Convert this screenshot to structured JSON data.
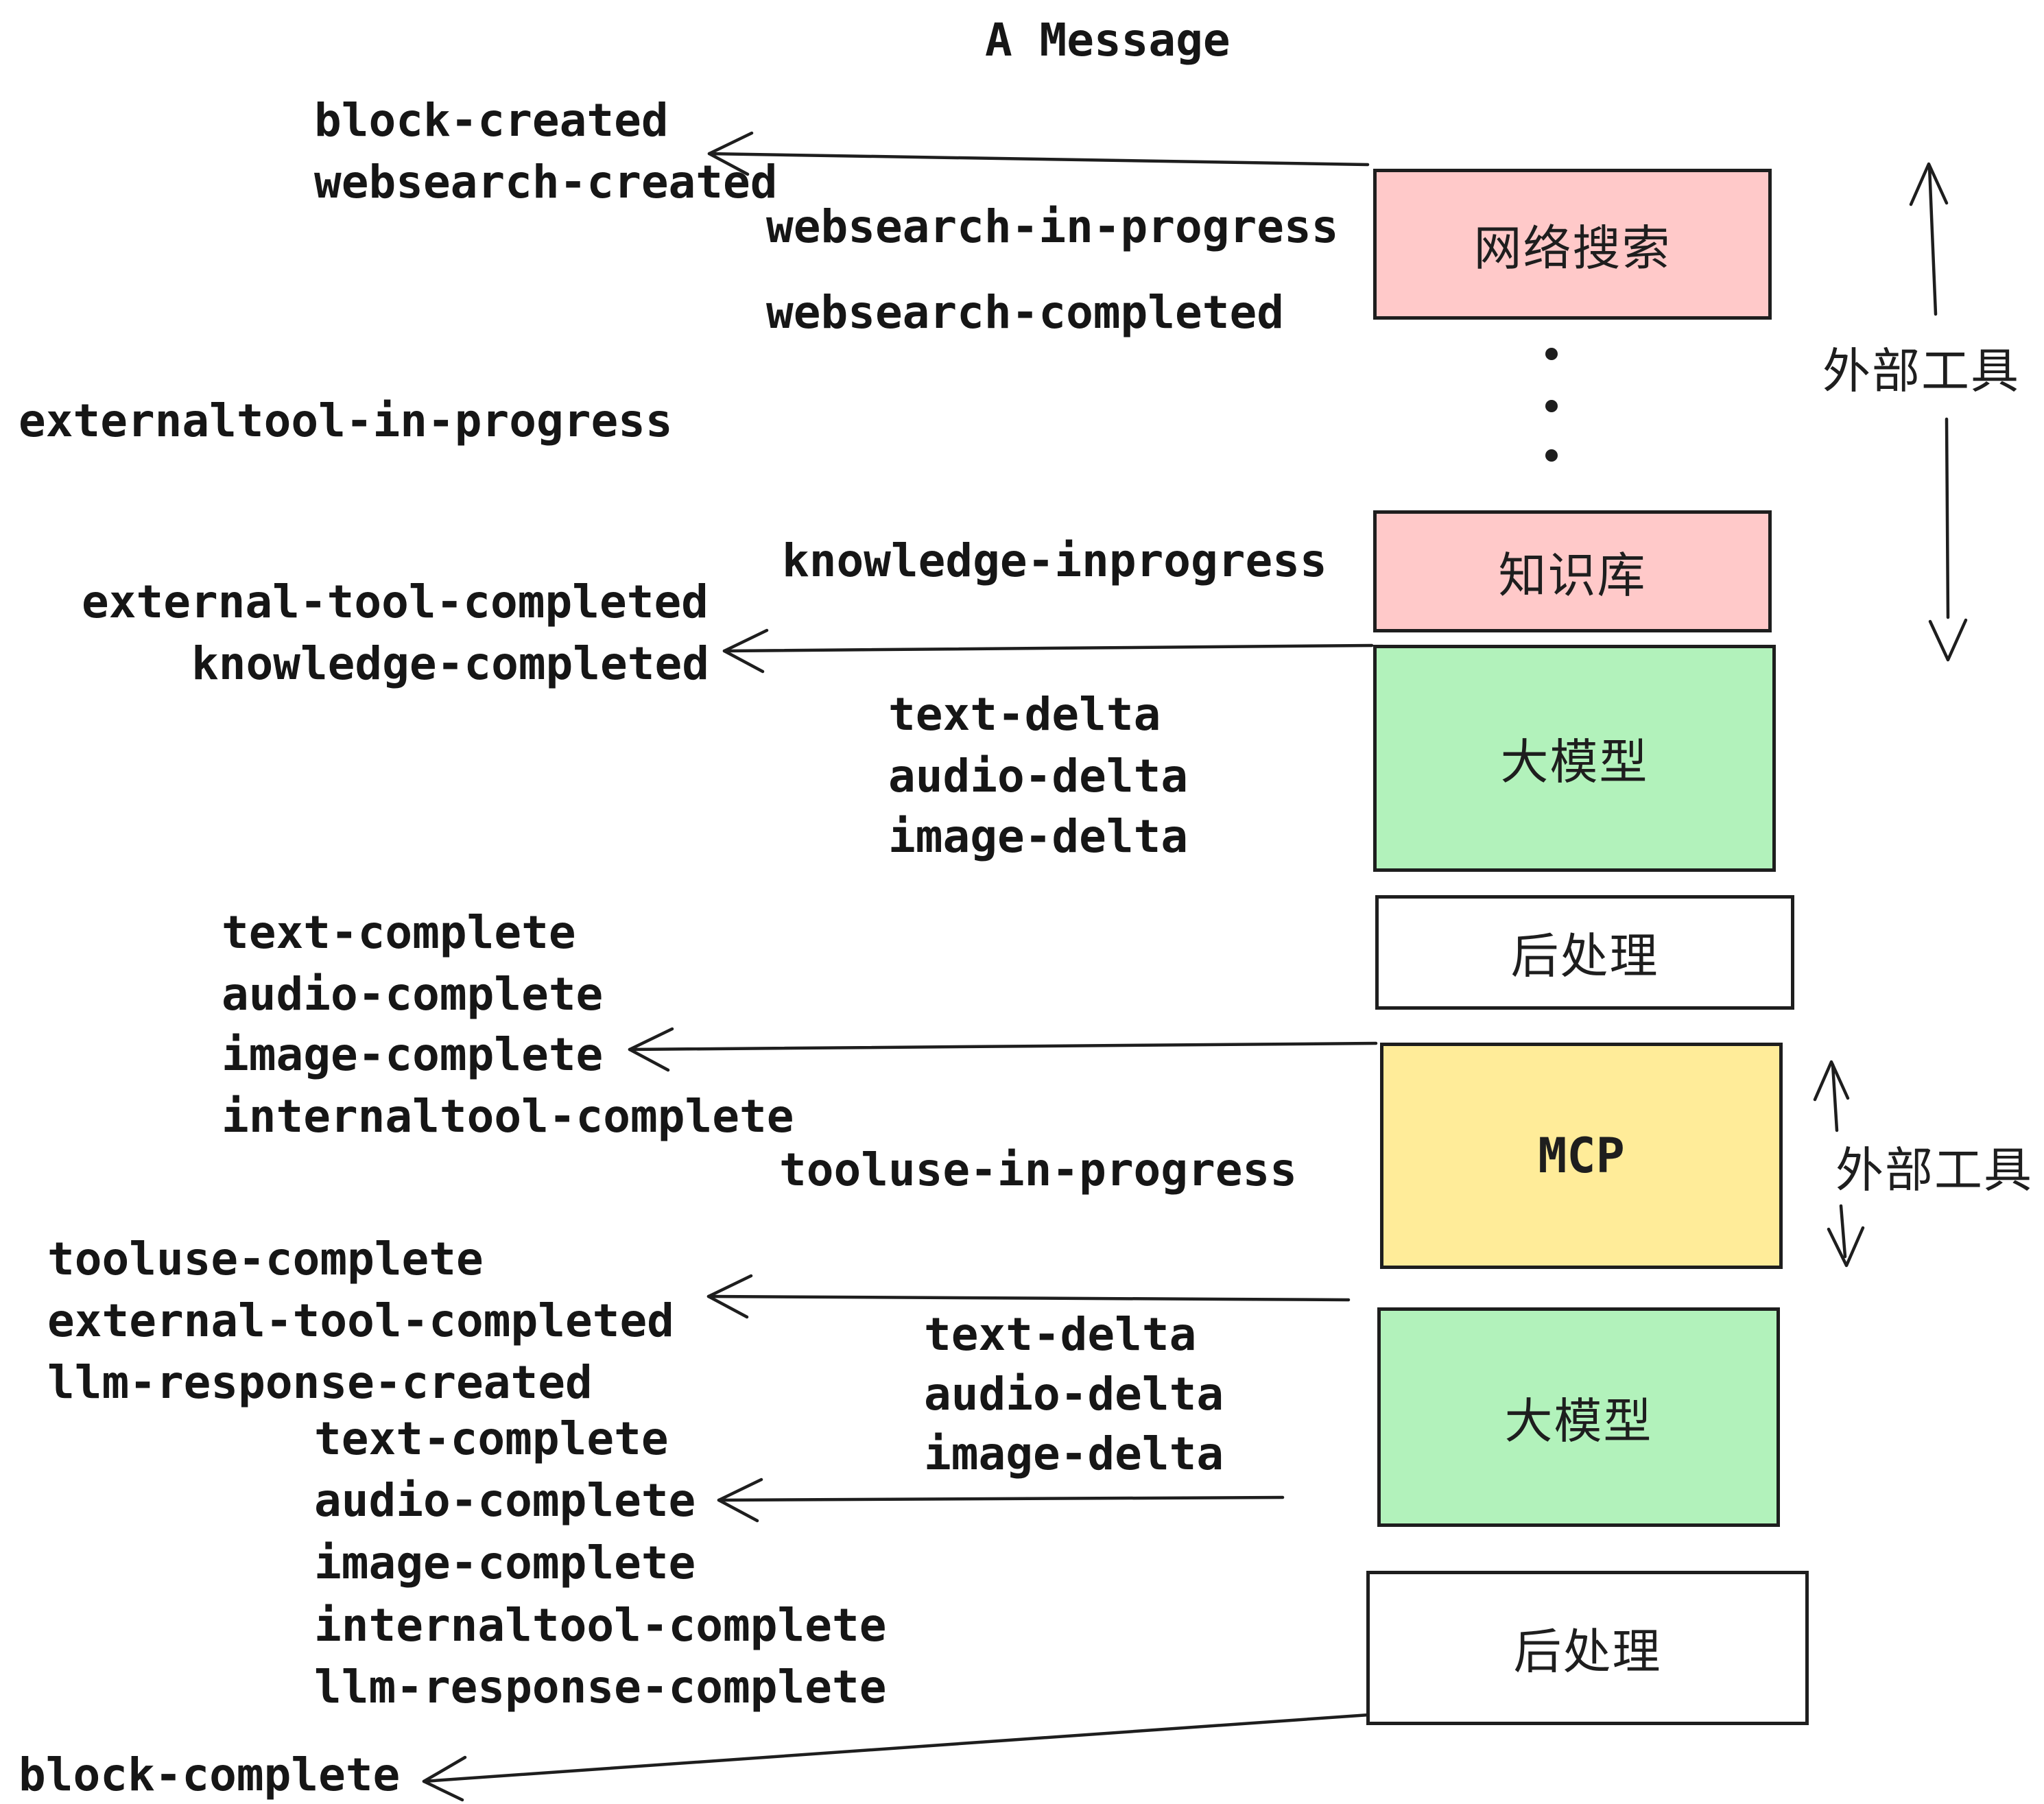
{
  "title": "A Message",
  "colors": {
    "ink": "#1e1e1e",
    "pink": "#ffc9c9",
    "green": "#b2f2bb",
    "yellow": "#ffec99",
    "white": "#ffffff",
    "background": "#ffffff"
  },
  "boxes": [
    {
      "label": "网络搜索",
      "fill": "#ffc9c9"
    },
    {
      "label": "知识库",
      "fill": "#ffc9c9"
    },
    {
      "label": "大模型",
      "fill": "#b2f2bb"
    },
    {
      "label": "后处理",
      "fill": "#ffffff"
    },
    {
      "label": "MCP",
      "fill": "#ffec99"
    },
    {
      "label": "大模型",
      "fill": "#b2f2bb"
    },
    {
      "label": "后处理",
      "fill": "#ffffff"
    }
  ],
  "side_labels": [
    "外部工具",
    "外部工具"
  ],
  "events": [
    "block-created",
    "websearch-created",
    "websearch-in-progress",
    "websearch-completed",
    "externaltool-in-progress",
    "knowledge-inprogress",
    "external-tool-completed",
    "knowledge-completed",
    "text-delta",
    "audio-delta",
    "image-delta",
    "text-complete",
    "audio-complete",
    "image-complete",
    "internaltool-complete",
    "tooluse-in-progress",
    "tooluse-complete",
    "external-tool-completed",
    "llm-response-created",
    "text-delta",
    "audio-delta",
    "image-delta",
    "text-complete",
    "audio-complete",
    "image-complete",
    "internaltool-complete",
    "llm-response-complete",
    "block-complete"
  ]
}
